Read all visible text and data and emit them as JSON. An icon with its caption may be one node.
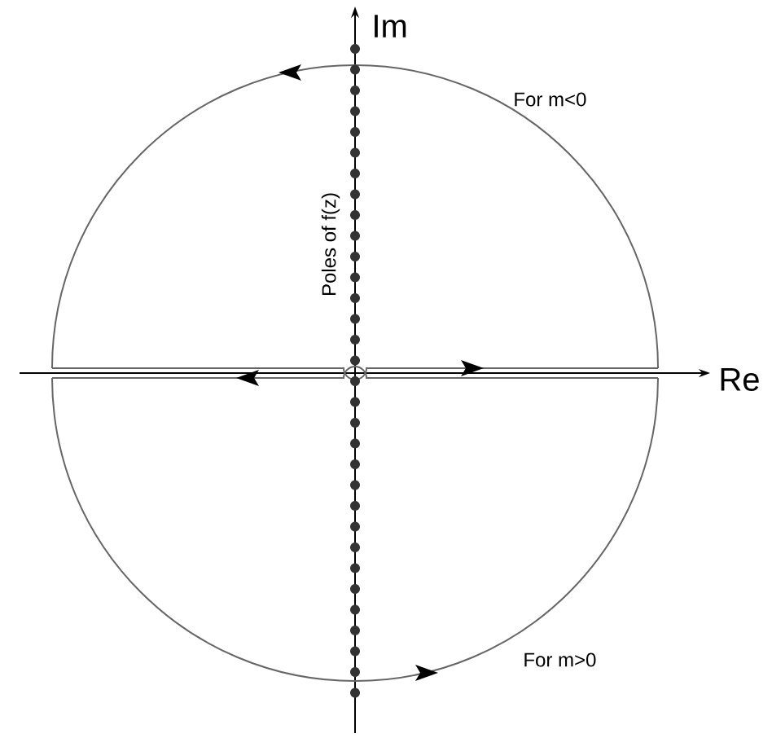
{
  "diagram": {
    "labels": [
      "Im",
      "Re",
      "Poles of f(z)",
      "For m<0",
      "For m>0"
    ]
  }
}
